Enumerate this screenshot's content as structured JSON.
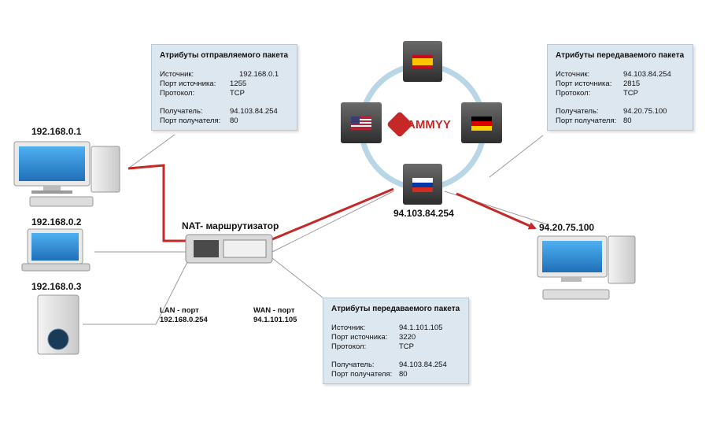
{
  "hosts": {
    "pc1": "192.168.0.1",
    "pc2": "192.168.0.2",
    "pc3": "192.168.0.3",
    "server_ru": "94.103.84.254",
    "dest": "94.20.75.100"
  },
  "router": {
    "title": "NAT- маршрутизатор",
    "lan_label": "LAN - порт",
    "lan_ip": "192.168.0.254",
    "wan_label": "WAN - порт",
    "wan_ip": "94.1.101.105"
  },
  "logo_text": "AMMYY",
  "box_sent": {
    "title": "Атрибуты отправляемого пакета",
    "src_k": "Источник:",
    "src_v": "192.168.0.1",
    "sport_k": "Порт источника:",
    "sport_v": "1255",
    "proto_k": "Протокол:",
    "proto_v": "TCP",
    "dst_k": "Получатель:",
    "dst_v": "94.103.84.254",
    "dport_k": "Порт получателя:",
    "dport_v": "80"
  },
  "box_wan": {
    "title": "Атрибуты передаваемого пакета",
    "src_k": "Источник:",
    "src_v": "94.1.101.105",
    "sport_k": "Порт источника:",
    "sport_v": "3220",
    "proto_k": "Протокол:",
    "proto_v": "TCP",
    "dst_k": "Получатель:",
    "dst_v": "94.103.84.254",
    "dport_k": "Порт получателя:",
    "dport_v": "80"
  },
  "box_relay": {
    "title": "Атрибуты передаваемого пакета",
    "src_k": "Источник:",
    "src_v": "94.103.84.254",
    "sport_k": "Порт источника:",
    "sport_v": "2815",
    "proto_k": "Протокол:",
    "proto_v": "TCP",
    "dst_k": "Получатель:",
    "dst_v": "94.20.75.100",
    "dport_k": "Порт получателя:",
    "dport_v": "80"
  },
  "colors": {
    "arrow": "#c62828",
    "ring": "#b9d6e6",
    "box_bg": "#dde7f0",
    "screen": "#2f8fd9"
  }
}
